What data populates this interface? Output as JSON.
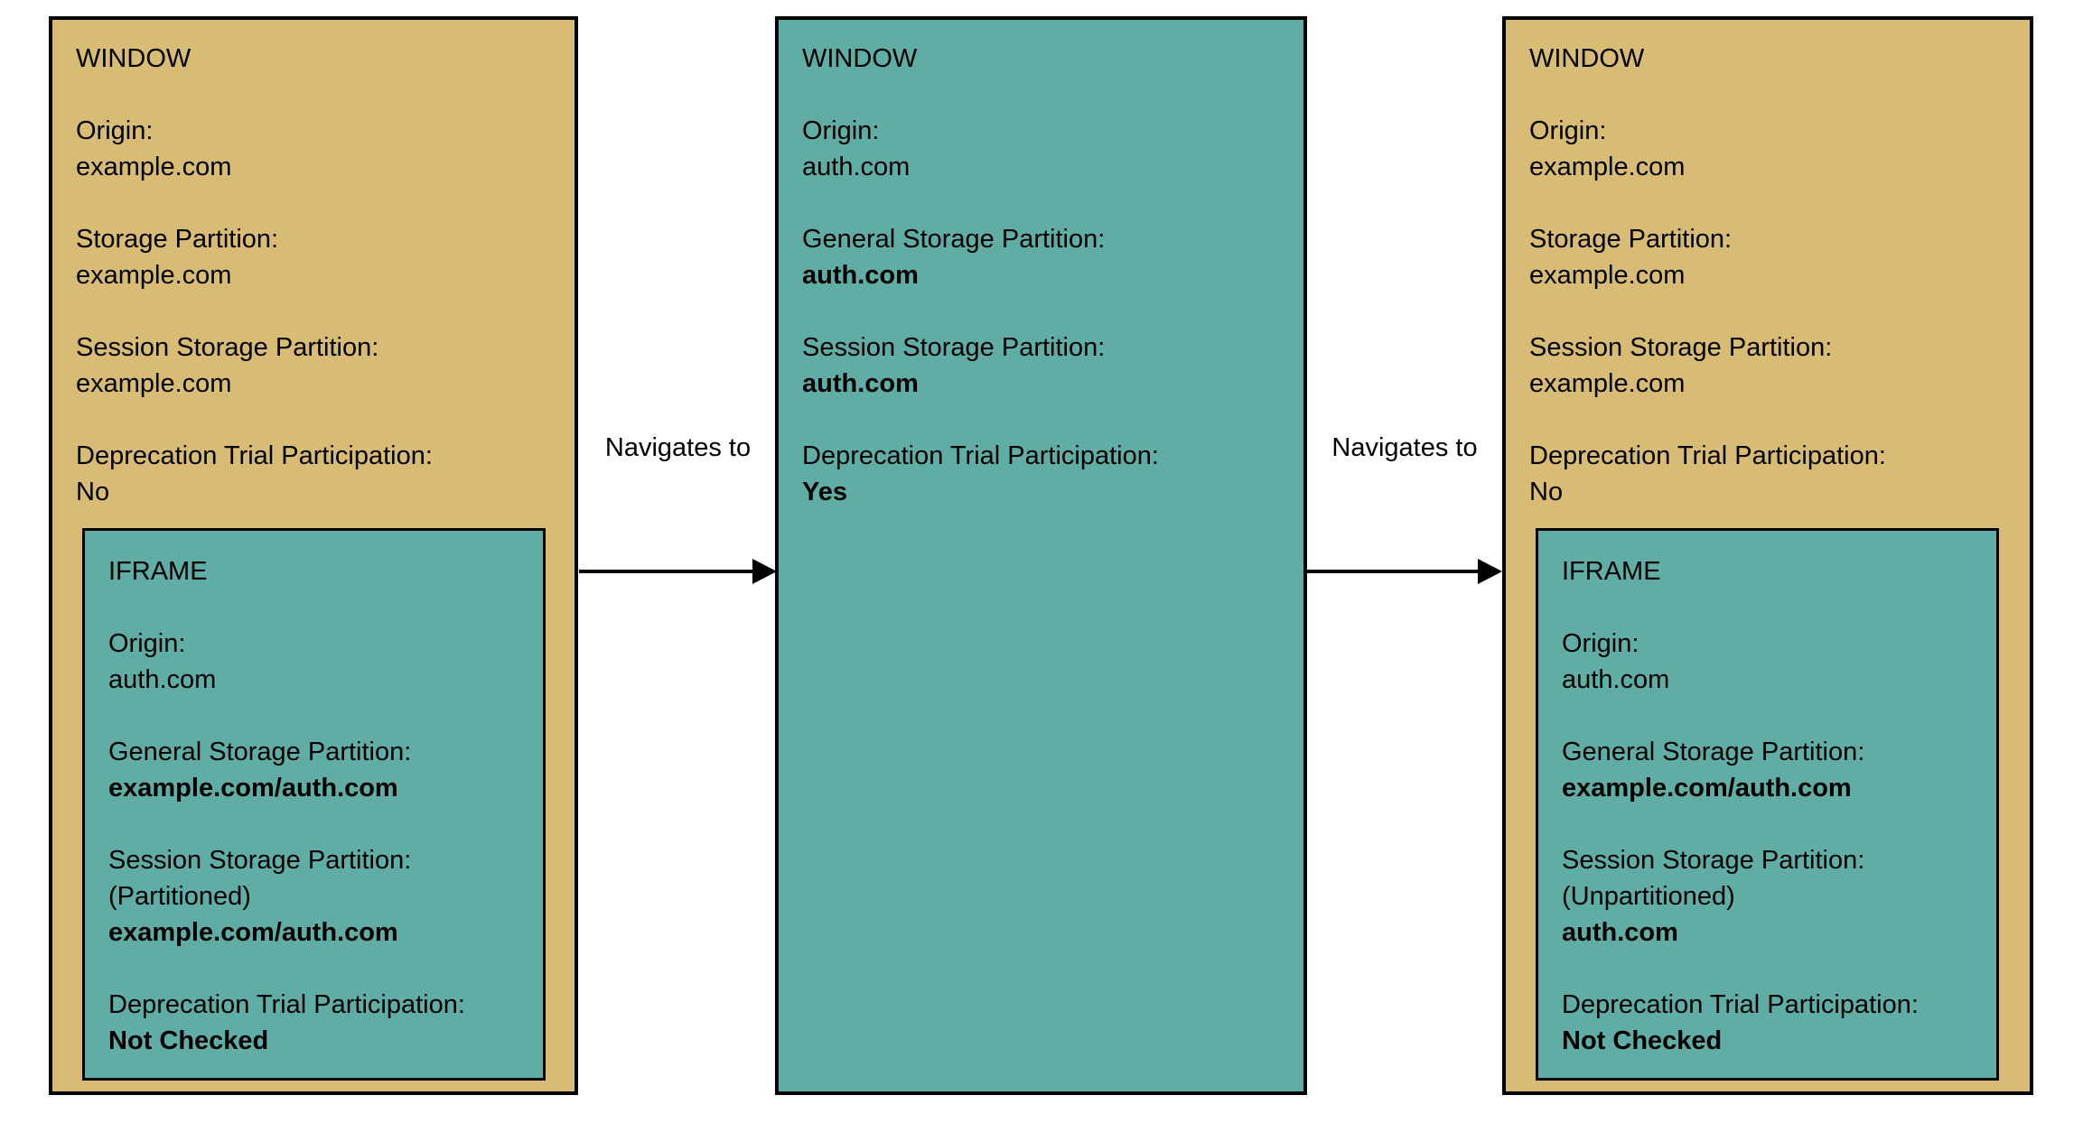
{
  "colors": {
    "window": "#D8BC75",
    "frame": "#5FADA4",
    "border": "#000000",
    "text": "#000000",
    "background": "#FFFFFF"
  },
  "arrows": [
    {
      "label": "Navigates to"
    },
    {
      "label": "Navigates to"
    }
  ],
  "boxes": [
    {
      "title": "WINDOW",
      "color_role": "window",
      "fields": [
        {
          "label": "Origin:",
          "values": [
            {
              "text": "example.com",
              "bold": false
            }
          ]
        },
        {
          "label": "Storage Partition:",
          "values": [
            {
              "text": "example.com",
              "bold": false
            }
          ]
        },
        {
          "label": "Session Storage Partition:",
          "values": [
            {
              "text": "example.com",
              "bold": false
            }
          ]
        },
        {
          "label": "Deprecation Trial Participation:",
          "values": [
            {
              "text": "No",
              "bold": false
            }
          ]
        }
      ],
      "iframe": {
        "title": "IFRAME",
        "fields": [
          {
            "label": "Origin:",
            "values": [
              {
                "text": "auth.com",
                "bold": false
              }
            ]
          },
          {
            "label": "General Storage Partition:",
            "values": [
              {
                "text": "example.com/auth.com",
                "bold": true
              }
            ]
          },
          {
            "label": "Session Storage Partition:",
            "values": [
              {
                "text": "(Partitioned)",
                "bold": false
              },
              {
                "text": "example.com/auth.com",
                "bold": true
              }
            ]
          },
          {
            "label": "Deprecation Trial Participation:",
            "values": [
              {
                "text": "Not Checked",
                "bold": true
              }
            ]
          }
        ]
      }
    },
    {
      "title": "WINDOW",
      "color_role": "frame",
      "fields": [
        {
          "label": "Origin:",
          "values": [
            {
              "text": "auth.com",
              "bold": false
            }
          ]
        },
        {
          "label": "General Storage Partition:",
          "values": [
            {
              "text": "auth.com",
              "bold": true
            }
          ]
        },
        {
          "label": "Session Storage Partition:",
          "values": [
            {
              "text": "auth.com",
              "bold": true
            }
          ]
        },
        {
          "label": "Deprecation Trial Participation:",
          "values": [
            {
              "text": "Yes",
              "bold": true
            }
          ]
        }
      ],
      "iframe": null
    },
    {
      "title": "WINDOW",
      "color_role": "window",
      "fields": [
        {
          "label": "Origin:",
          "values": [
            {
              "text": "example.com",
              "bold": false
            }
          ]
        },
        {
          "label": "Storage Partition:",
          "values": [
            {
              "text": "example.com",
              "bold": false
            }
          ]
        },
        {
          "label": "Session Storage Partition:",
          "values": [
            {
              "text": "example.com",
              "bold": false
            }
          ]
        },
        {
          "label": "Deprecation Trial Participation:",
          "values": [
            {
              "text": "No",
              "bold": false
            }
          ]
        }
      ],
      "iframe": {
        "title": "IFRAME",
        "fields": [
          {
            "label": "Origin:",
            "values": [
              {
                "text": "auth.com",
                "bold": false
              }
            ]
          },
          {
            "label": "General Storage Partition:",
            "values": [
              {
                "text": "example.com/auth.com",
                "bold": true
              }
            ]
          },
          {
            "label": "Session Storage Partition:",
            "values": [
              {
                "text": "(Unpartitioned)",
                "bold": false
              },
              {
                "text": "auth.com",
                "bold": true
              }
            ]
          },
          {
            "label": "Deprecation Trial Participation:",
            "values": [
              {
                "text": "Not Checked",
                "bold": true
              }
            ]
          }
        ]
      }
    }
  ]
}
